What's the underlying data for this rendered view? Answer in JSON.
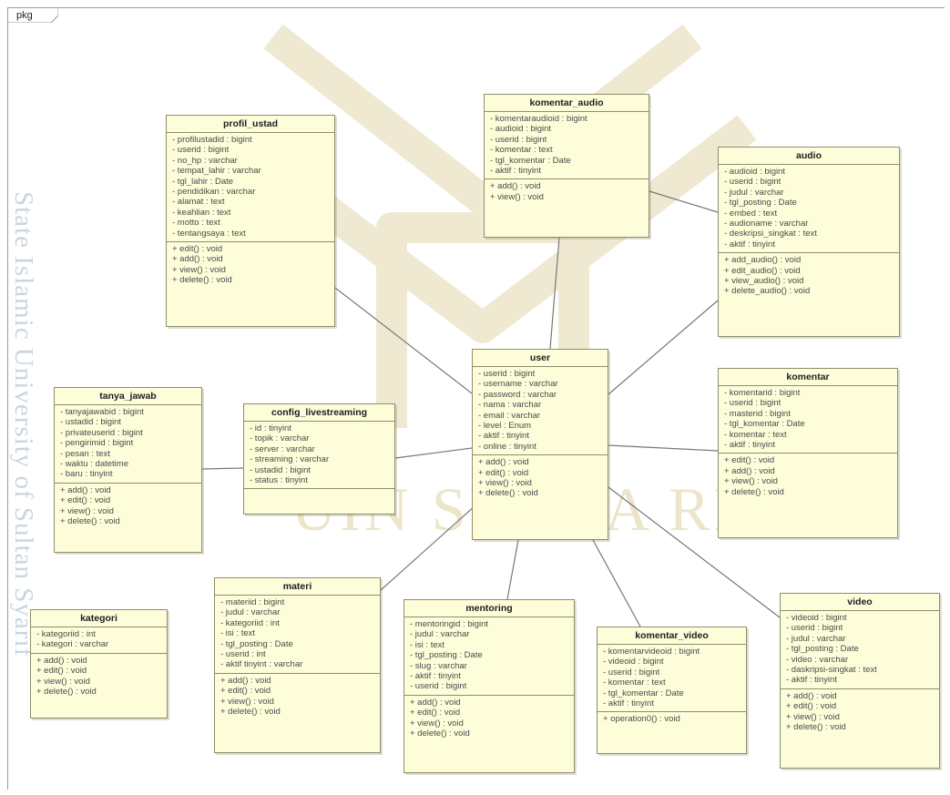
{
  "package_label": "pkg",
  "watermark": {
    "side_text": "State Islamic University of Sultan Syarif",
    "mid_text": "UIN SUSKA RIAU"
  },
  "classes": {
    "profil_ustad": {
      "name": "profil_ustad",
      "attributes": [
        "- profilustadid : bigint",
        "- userid : bigint",
        "- no_hp : varchar",
        "- tempat_lahir : varchar",
        "- tgl_lahir : Date",
        "- pendidikan : varchar",
        "- alamat : text",
        "- keahlian : text",
        "- motto : text",
        "- tentangsaya : text"
      ],
      "operations": [
        "+ edit() : void",
        "+ add() : void",
        "+ view() : void",
        "+ delete() : void"
      ]
    },
    "komentar_audio": {
      "name": "komentar_audio",
      "attributes": [
        "- komentaraudioid : bigint",
        "- audioid : bigint",
        "- userid : bigint",
        "- komentar : text",
        "- tgl_komentar : Date",
        "- aktif : tinyint"
      ],
      "operations": [
        "+ add() : void",
        "+ view() : void"
      ]
    },
    "audio": {
      "name": "audio",
      "attributes": [
        "- audioid : bigint",
        "- userid : bigint",
        "- judul : varchar",
        "- tgl_posting : Date",
        "- embed : text",
        "- audioname : varchar",
        "- deskripsi_singkat : text",
        "- aktif : tinyint"
      ],
      "operations": [
        "+ add_audio() : void",
        "+ edit_audio() : void",
        "+ view_audio() : void",
        "+ delete_audio() : void"
      ]
    },
    "user": {
      "name": "user",
      "attributes": [
        "- userid : bigint",
        "- username : varchar",
        "- password : varchar",
        "- nama : varchar",
        "- email : varchar",
        "- level : Enum",
        "- aktif : tinyint",
        "- online : tinyint"
      ],
      "operations": [
        "+ add() : void",
        "+ edit() : void",
        "+ view() : void",
        "+ delete() : void"
      ]
    },
    "tanya_jawab": {
      "name": "tanya_jawab",
      "attributes": [
        "- tanyajawabid : bigint",
        "- ustadid : bigint",
        "- privateuserid : bigint",
        "- pengirimid : bigint",
        "- pesan : text",
        "- waktu : datetime",
        "- baru : tinyint"
      ],
      "operations": [
        "+ add() : void",
        "+ edit() : void",
        "+ view() : void",
        "+ delete() : void"
      ]
    },
    "config_livestreaming": {
      "name": "config_livestreaming",
      "attributes": [
        "- id : tinyint",
        "- topik : varchar",
        "- server : varchar",
        "- streaming : varchar",
        "- ustadid : bigint",
        "- status : tinyint"
      ],
      "operations": []
    },
    "komentar": {
      "name": "komentar",
      "attributes": [
        "- komentarid : bigint",
        "- userid : bigint",
        "- masterid : bigint",
        "- tgl_komentar : Date",
        "- komentar : text",
        "- aktif : tinyint"
      ],
      "operations": [
        "+ edit() : void",
        "+ add() : void",
        "+ view() : void",
        "+ delete() : void"
      ]
    },
    "kategori": {
      "name": "kategori",
      "attributes": [
        "- kategoriid : int",
        "- kategori : varchar"
      ],
      "operations": [
        "+ add() : void",
        "+ edit() : void",
        "+ view() : void",
        "+ delete() : void"
      ]
    },
    "materi": {
      "name": "materi",
      "attributes": [
        "- materiid : bigint",
        "- judul : varchar",
        "- kategoriid : int",
        "- isi : text",
        "- tgl_posting : Date",
        "- userid : int",
        "- aktif tinyint : varchar"
      ],
      "operations": [
        "+ add() : void",
        "+ edit() : void",
        "+ view() : void",
        "+ delete() : void"
      ]
    },
    "mentoring": {
      "name": "mentoring",
      "attributes": [
        "- mentoringid : bigint",
        "- judul : varchar",
        "- isi : text",
        "- tgl_posting : Date",
        "- slug : varchar",
        "- aktif : tinyint",
        "- userid : bigint"
      ],
      "operations": [
        "+ add() : void",
        "+ edit() : void",
        "+ view() : void",
        "+ delete() : void"
      ]
    },
    "komentar_video": {
      "name": "komentar_video",
      "attributes": [
        "- komentarvideoid : bigint",
        "- videoid : bigint",
        "- userid : bigint",
        "- komentar : text",
        "- tgl_komentar : Date",
        "- aktif : tinyint"
      ],
      "operations": [
        "+ operation0() : void"
      ]
    },
    "video": {
      "name": "video",
      "attributes": [
        "- videoid : bigint",
        "- userid : bigint",
        "- judul : varchar",
        "- tgl_posting : Date",
        "- video : varchar",
        "- daskripsi-singkat : text",
        "- aktif : tinyint"
      ],
      "operations": [
        "+ add() : void",
        "+ edit() : void",
        "+ view() : void",
        "+ delete() : void"
      ]
    }
  },
  "colors": {
    "class_fill": "#fdfdda",
    "class_border": "#8e8e6a",
    "connector": "#777777"
  }
}
